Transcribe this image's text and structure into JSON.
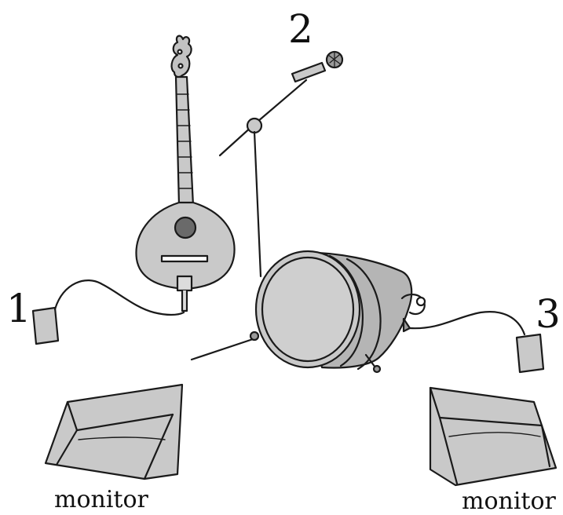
{
  "labels": {
    "one": "1",
    "two": "2",
    "three": "3",
    "monitor_left": "monitor",
    "monitor_right": "monitor"
  },
  "colors": {
    "ink": "#1a1a1a",
    "fill": "#c9c9c9",
    "fill_dark": "#b5b5b5",
    "background": "#ffffff"
  }
}
